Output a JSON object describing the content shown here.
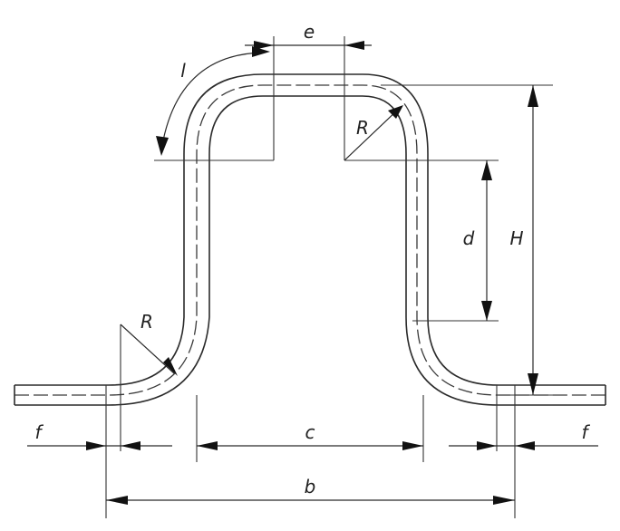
{
  "diagram": {
    "labels": {
      "top_length": "e",
      "arc_length": "l",
      "top_radius": "R",
      "bottom_radius": "R",
      "inner_height": "d",
      "total_height": "H",
      "left_tail": "f",
      "right_tail": "f",
      "inner_width": "c",
      "overall_width": "b"
    }
  }
}
